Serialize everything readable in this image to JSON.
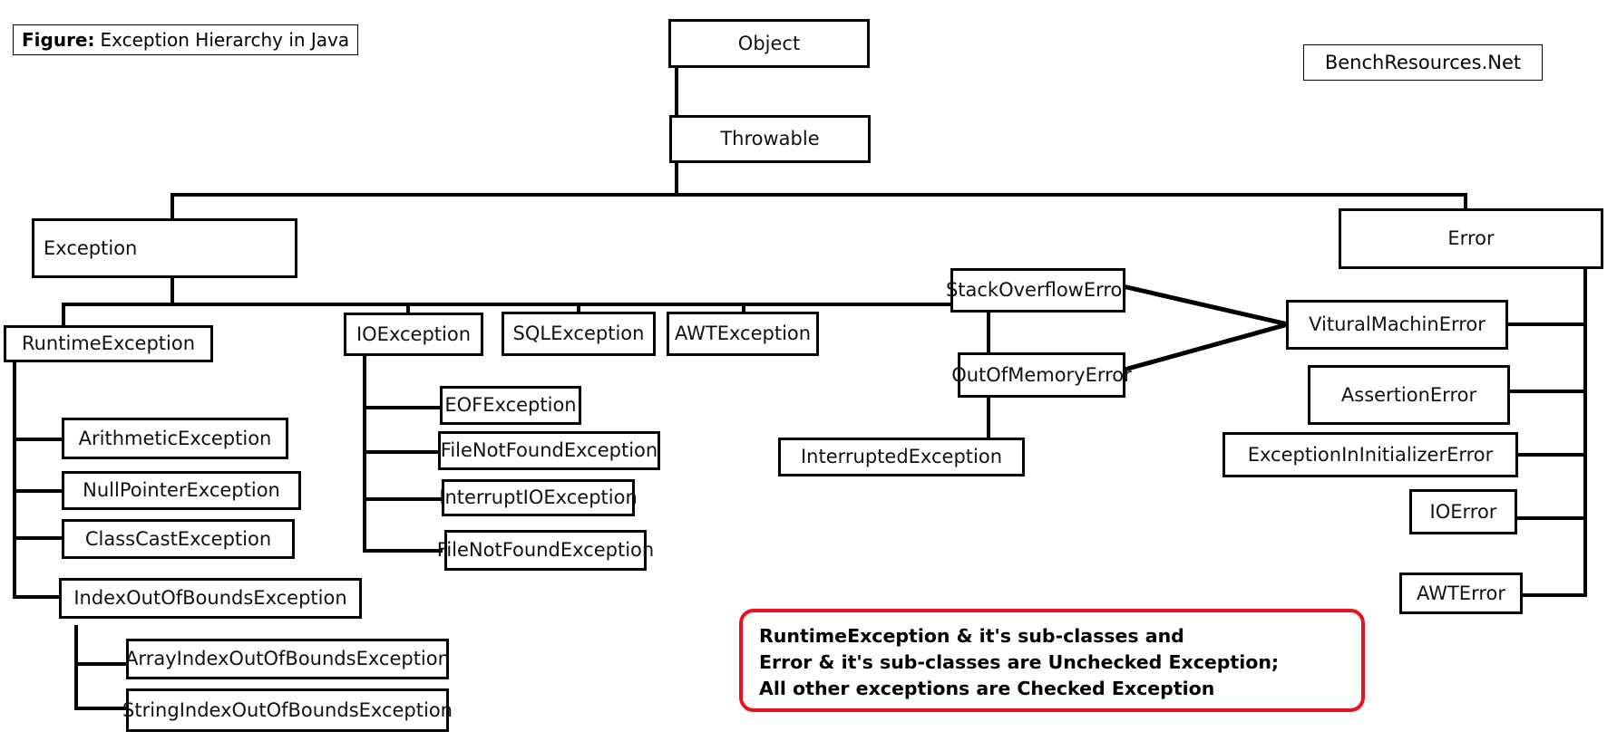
{
  "figure": {
    "caption_label": "Figure:",
    "caption_text": "Exception Hierarchy in Java",
    "brand": "BenchResources.Net"
  },
  "nodes": {
    "object": "Object",
    "throwable": "Throwable",
    "exception": "Exception",
    "error": "Error",
    "runtime_exception": "RuntimeException",
    "io_exception": "IOException",
    "sql_exception": "SQLException",
    "awt_exception": "AWTException",
    "interrupted_exception": "InterruptedException",
    "arithmetic_exception": "ArithmeticException",
    "null_pointer_exception": "NullPointerException",
    "class_cast_exception": "ClassCastException",
    "index_out_of_bounds_exception": "IndexOutOfBoundsException",
    "array_index_out_of_bounds_exception": "ArrayIndexOutOfBoundsException",
    "string_index_out_of_bounds_exception": "StringIndexOutOfBoundsException",
    "eof_exception": "EOFException",
    "file_not_found_exception": "FileNotFoundException",
    "interrupt_io_exception": "InterruptIOException",
    "file_not_found_exception_2": "FileNotFoundException",
    "stack_overflow_error": "StackOverflowError",
    "out_of_memory_error": "OutOfMemoryError",
    "vitural_machin_error": "VituralMachinError",
    "assertion_error": "AssertionError",
    "exception_in_initializer_error": "ExceptionInInitializerError",
    "io_error": "IOError",
    "awt_error": "AWTError"
  },
  "note": {
    "line1": "RuntimeException & it's sub-classes and",
    "line2": "Error & it's sub-classes are Unchecked Exception;",
    "line3": "All other exceptions are Checked Exception",
    "border_color": "#e8111c"
  },
  "colors": {
    "line": "#000000",
    "box_border": "#000000",
    "background": "#ffffff",
    "note_border": "#e8111c"
  }
}
